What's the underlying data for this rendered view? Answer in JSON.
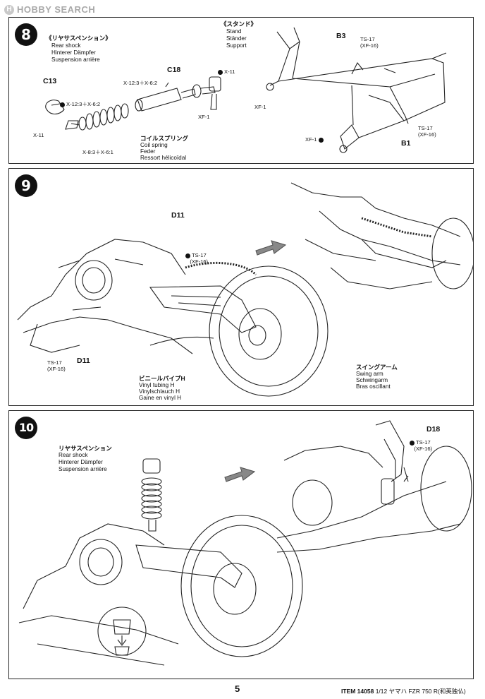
{
  "watermark": {
    "logo": "H",
    "text": "HOBBY SEARCH"
  },
  "steps": {
    "s8": {
      "number": "8",
      "rear_shock": {
        "jp": "《リヤサスペンション》",
        "en": "Rear shock",
        "de": "Hinterer Dämpfer",
        "fr": "Suspension arrière"
      },
      "stand": {
        "jp": "《スタンド》",
        "en": "Stand",
        "de": "Ständer",
        "fr": "Support"
      },
      "coil": {
        "jp": "コイルスプリング",
        "en": "Coil spring",
        "de": "Feder",
        "fr": "Ressort hélicoïdal"
      },
      "parts": {
        "c13": "C13",
        "c18": "C18",
        "b3": "B3",
        "b1": "B1"
      },
      "paints": {
        "x12_x62": "X-12:3＋X-6:2",
        "x11_left": "X-11",
        "x8_x6": "X-8:3＋X-6:1",
        "x12_x62_b": "X-12:3＋X-6:2",
        "x11_right": "X-11",
        "xf1_a": "XF-1",
        "xf1_b": "XF-1",
        "xf1_c": "XF-1",
        "ts17_a": "TS-17",
        "xf16_a": "(XF-16)",
        "ts17_b": "TS-17",
        "xf16_b": "(XF-16)"
      }
    },
    "s9": {
      "number": "9",
      "parts": {
        "d11_top": "D11",
        "d11_bottom": "D11"
      },
      "paints": {
        "ts17_top": "TS-17",
        "xf16_top": "(XF-16)",
        "ts17_bottom": "TS-17",
        "xf16_bottom": "(XF-16)"
      },
      "vinyl": {
        "jp": "ビニールパイプH",
        "en": "Vinyl tubing H",
        "de": "Vinylschlauch H",
        "fr": "Gaine en vinyl H"
      },
      "swing": {
        "jp": "スイングアーム",
        "en": "Swing arm",
        "de": "Schwingarm",
        "fr": "Bras oscillant"
      }
    },
    "s10": {
      "number": "10",
      "rear_shock": {
        "jp": "リヤサスペンション",
        "en": "Rear shock",
        "de": "Hinterer Dämpfer",
        "fr": "Suspension arrière"
      },
      "parts": {
        "d18": "D18"
      },
      "paints": {
        "ts17": "TS-17",
        "xf16": "(XF-16)"
      }
    }
  },
  "footer": {
    "page": "5",
    "item_code": "ITEM 14058",
    "item_desc": "1/12 ヤマハ FZR 750 R(和英独仏)"
  }
}
